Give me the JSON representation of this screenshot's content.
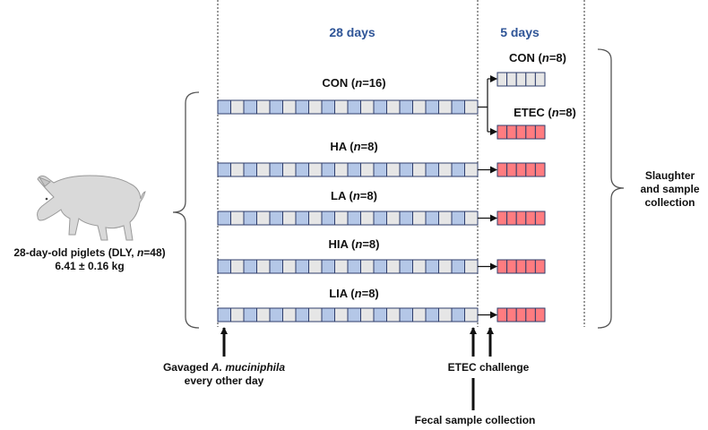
{
  "phases": {
    "pre": "28 days",
    "post": "5 days"
  },
  "pig": {
    "line1_prefix": "28-day-old piglets (DLY, ",
    "line1_n": "n",
    "line1_suffix": "=48)",
    "line2": "6.41 ± 0.16 kg"
  },
  "groups": [
    {
      "name": "CON",
      "count": "16",
      "challenge": "split"
    },
    {
      "name": "HA",
      "count": "8",
      "challenge": "ETEC"
    },
    {
      "name": "LA",
      "count": "8",
      "challenge": "ETEC"
    },
    {
      "name": "HIA",
      "count": "8",
      "challenge": "ETEC"
    },
    {
      "name": "LIA",
      "count": "8",
      "challenge": "ETEC"
    }
  ],
  "con_split": [
    {
      "name": "CON",
      "count": "8",
      "challenge": "none"
    },
    {
      "name": "ETEC",
      "count": "8",
      "challenge": "ETEC"
    }
  ],
  "n_symbol": "n",
  "timeline": {
    "pre_segments": 20,
    "post_segments": 5
  },
  "annotations": {
    "gavage_line1_prefix": "Gavaged ",
    "gavage_species": "A. muciniphila",
    "gavage_line2": "every other day",
    "etec": "ETEC challenge",
    "fecal": "Fecal sample collection",
    "slaughter_line1": "Slaughter",
    "slaughter_line2": "and sample",
    "slaughter_line3": "collection"
  },
  "colors": {
    "phase_header": "#2f5597",
    "segment_blue": "#b4c7e7",
    "segment_grey": "#e6e6e6",
    "segment_red": "#ff7c80",
    "segment_border": "#2f3e6b"
  }
}
